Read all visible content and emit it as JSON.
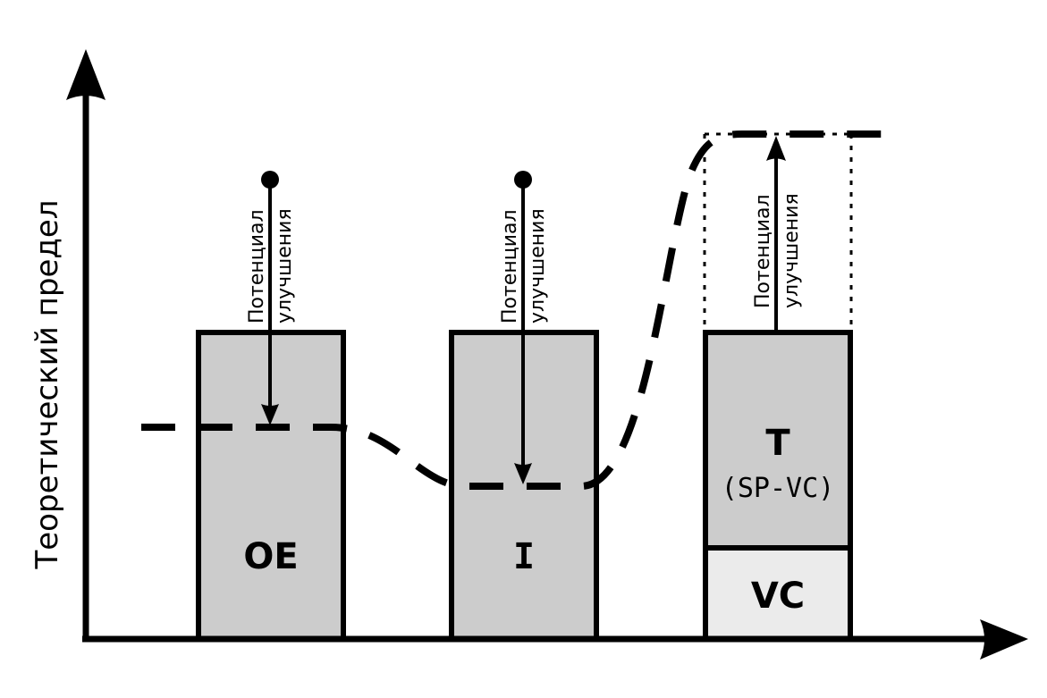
{
  "diagram": {
    "y_axis_label": "Теоретический  предел",
    "colors": {
      "stroke": "#000000",
      "box_fill": "#cccccc",
      "vc_fill": "#ebebeb",
      "background": "#ffffff"
    },
    "columns": [
      {
        "id": "oe",
        "label": "OE",
        "annotation_line1": "Потенциал",
        "annotation_line2": "улучшения",
        "arrow_direction": "down"
      },
      {
        "id": "i",
        "label": "I",
        "annotation_line1": "Потенциал",
        "annotation_line2": "улучшения",
        "arrow_direction": "down"
      },
      {
        "id": "t",
        "label": "T",
        "sublabel": "(SP-VC)",
        "base_label": "VC",
        "annotation_line1": "Потенциал",
        "annotation_line2": "улучшения",
        "arrow_direction": "up"
      }
    ]
  }
}
